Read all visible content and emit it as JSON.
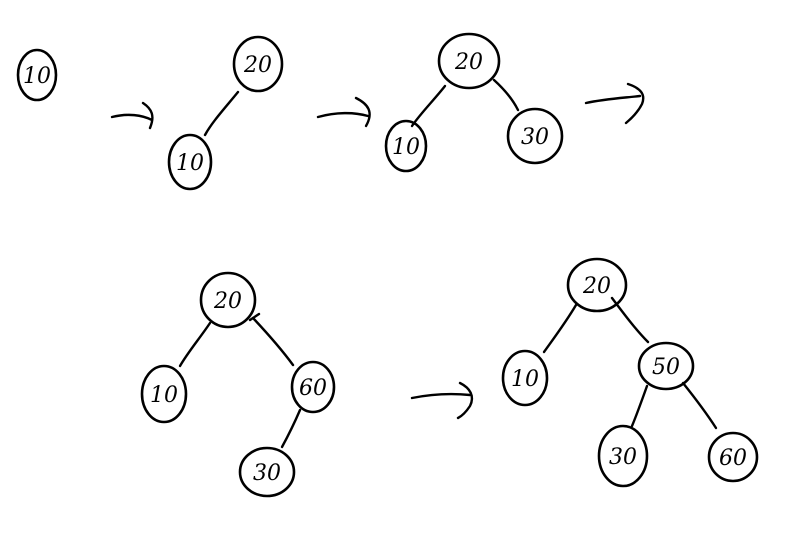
{
  "diagram": {
    "stages": [
      {
        "nodes": [
          {
            "label": "10"
          }
        ],
        "edges": []
      },
      {
        "nodes": [
          {
            "label": "20"
          },
          {
            "label": "10"
          }
        ],
        "edges": [
          [
            0,
            1
          ]
        ]
      },
      {
        "nodes": [
          {
            "label": "20"
          },
          {
            "label": "10"
          },
          {
            "label": "30"
          }
        ],
        "edges": [
          [
            0,
            1
          ],
          [
            0,
            2
          ]
        ]
      },
      {
        "nodes": [
          {
            "label": "20"
          },
          {
            "label": "10"
          },
          {
            "label": "60"
          },
          {
            "label": "30"
          }
        ],
        "edges": [
          [
            0,
            1
          ],
          [
            0,
            2
          ],
          [
            2,
            3
          ]
        ]
      },
      {
        "nodes": [
          {
            "label": "20"
          },
          {
            "label": "10"
          },
          {
            "label": "50"
          },
          {
            "label": "30"
          },
          {
            "label": "60"
          }
        ],
        "edges": [
          [
            0,
            1
          ],
          [
            0,
            2
          ],
          [
            2,
            3
          ],
          [
            2,
            4
          ]
        ]
      }
    ],
    "transitions": 4,
    "ink_color": "#000000"
  }
}
